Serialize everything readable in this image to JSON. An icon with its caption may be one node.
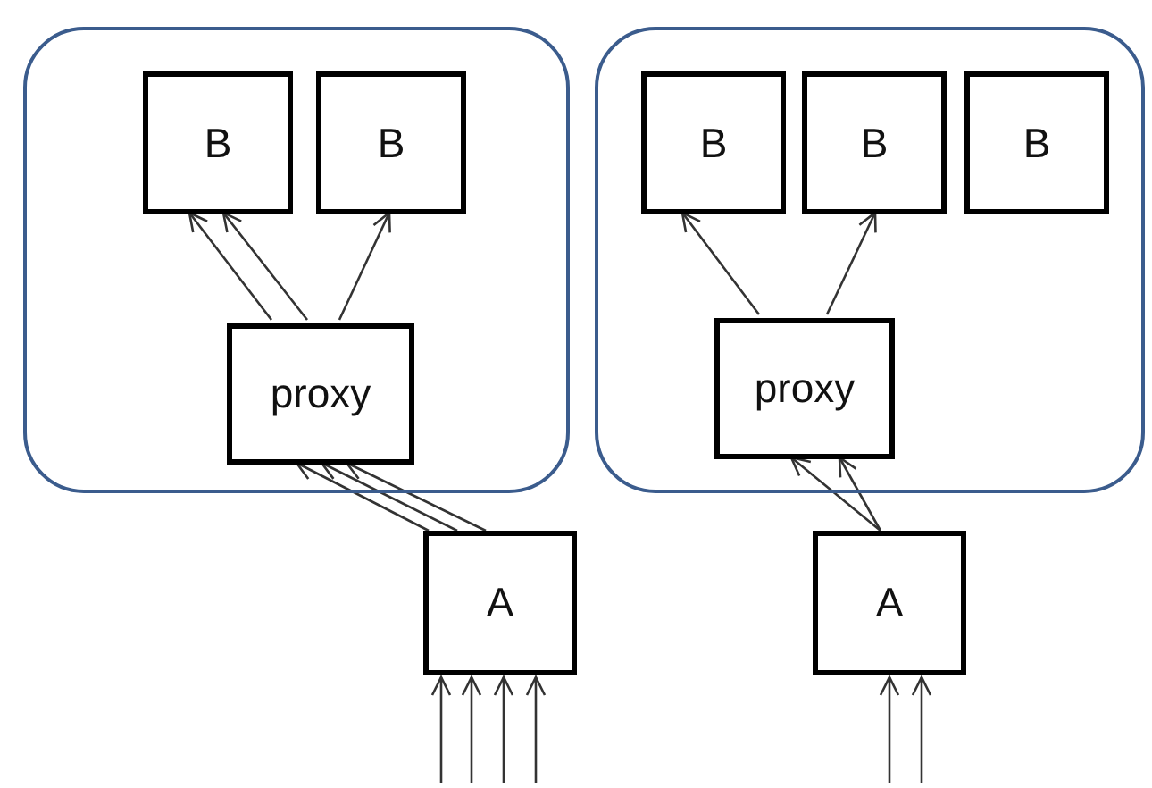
{
  "diagram": {
    "nodes": [
      {
        "text": [],
        "shape": "box"
      },
      {
        "text": [
          "B"
        ],
        "in": 0
      },
      {
        "text": [
          "B"
        ],
        "in": 0
      },
      {
        "text": [
          "proxy"
        ],
        "in": 0
      },
      {
        "text": [],
        "shape": "box"
      },
      {
        "text": [
          "B"
        ],
        "in": 4
      },
      {
        "text": [
          "B"
        ],
        "in": 4
      },
      {
        "text": [
          "B"
        ],
        "in": 4
      },
      {
        "text": [
          "proxy"
        ],
        "in": 4
      },
      {
        "text": [
          "A"
        ]
      },
      {
        "text": [
          "A"
        ]
      }
    ],
    "edges": [
      {
        "from": 3,
        "to": 1,
        "arrow": "to"
      },
      {
        "from": 3,
        "to": 1,
        "arrow": "to"
      },
      {
        "from": 3,
        "to": 2,
        "arrow": "to"
      },
      {
        "from": 9,
        "to": 3,
        "arrow": "to"
      },
      {
        "from": 9,
        "to": 3,
        "arrow": "to"
      },
      {
        "from": 9,
        "to": 3,
        "arrow": "to"
      },
      {
        "from": null,
        "to": 9,
        "arrow": "to"
      },
      {
        "from": null,
        "to": 9,
        "arrow": "to"
      },
      {
        "from": null,
        "to": 9,
        "arrow": "to"
      },
      {
        "from": null,
        "to": 9,
        "arrow": "to"
      },
      {
        "from": 8,
        "to": 5,
        "arrow": "to"
      },
      {
        "from": 8,
        "to": 6,
        "arrow": "to"
      },
      {
        "from": 10,
        "to": 8,
        "arrow": "to"
      },
      {
        "from": 10,
        "to": 8,
        "arrow": "to"
      },
      {
        "from": null,
        "to": 10,
        "arrow": "to"
      },
      {
        "from": null,
        "to": 10,
        "arrow": "to"
      }
    ]
  }
}
